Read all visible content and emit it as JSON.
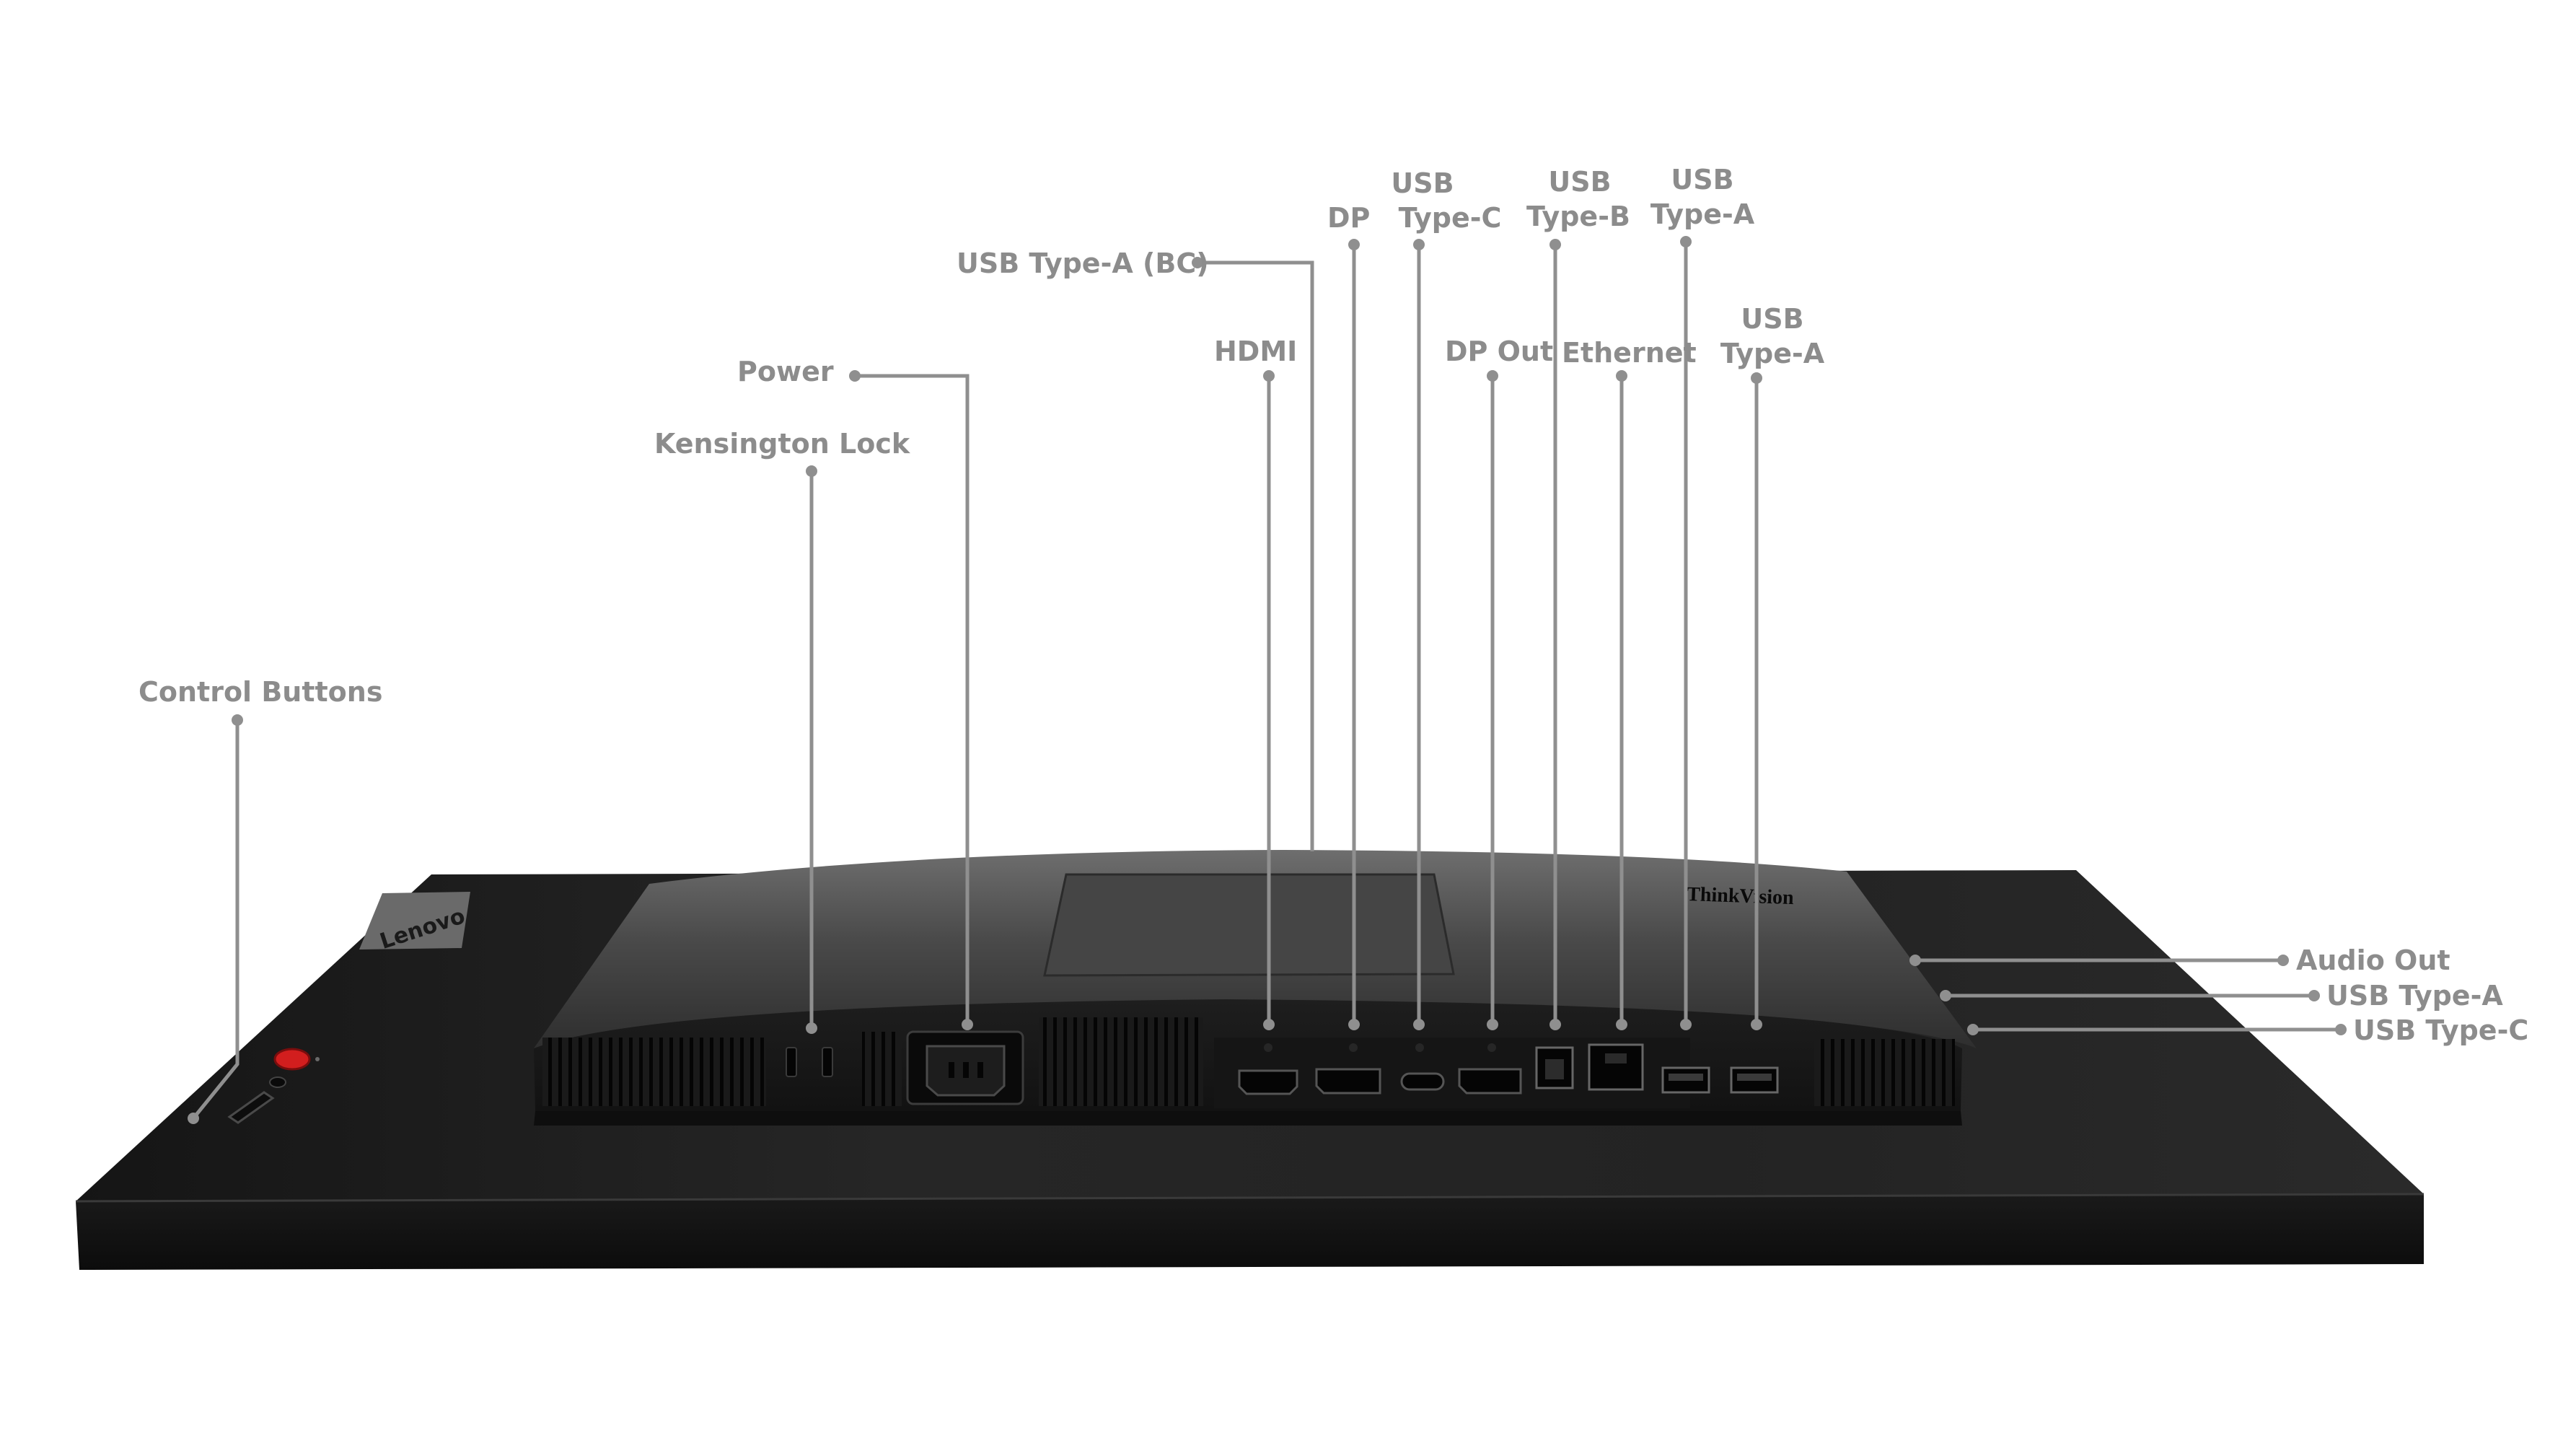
{
  "labels": {
    "control_buttons": "Control Buttons",
    "kensington_lock": "Kensington Lock",
    "power": "Power",
    "usb_a_bc": "USB Type-A (BC)",
    "hdmi": "HDMI",
    "dp": "DP",
    "usb_c_line1": "USB",
    "usb_c_line2": "Type-C",
    "dp_out": "DP Out",
    "usb_b_line1": "USB",
    "usb_b_line2": "Type-B",
    "ethernet": "Ethernet",
    "usb_a_top_line1": "USB",
    "usb_a_top_line2": "Type-A",
    "usb_a_mid_line1": "USB",
    "usb_a_mid_line2": "Type-A",
    "audio_out": "Audio Out",
    "usb_a_side": "USB Type-A",
    "usb_c_side": "USB Type-C"
  },
  "branding": {
    "bezel_logo": "Lenovo",
    "rear_logo": "ThinkVision"
  },
  "colors": {
    "label_text": "#8c8c8c",
    "leader_line": "#8f8f8f",
    "monitor_body": "#1c1c1c",
    "power_button_accent": "#d21e1e",
    "background": "#ffffff"
  }
}
